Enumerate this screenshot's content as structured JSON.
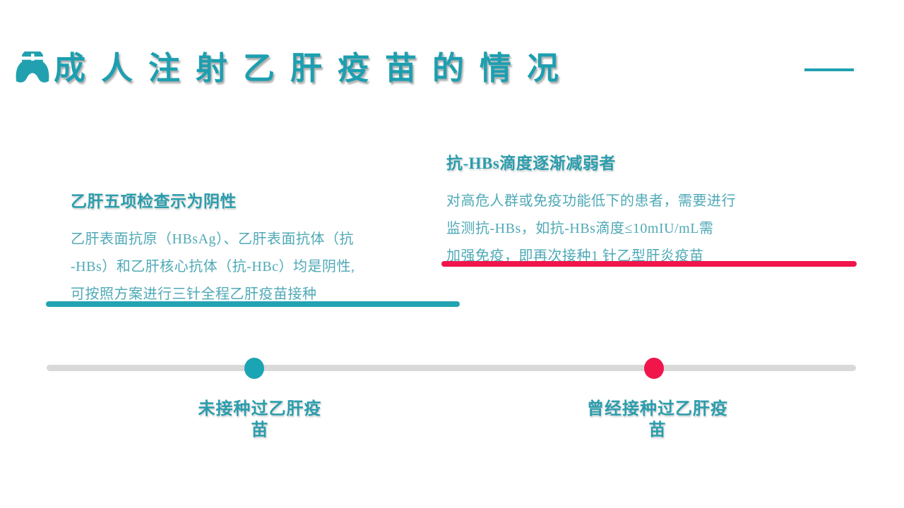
{
  "slide_title": {
    "text": "成人注射乙肝疫苗的情况",
    "icon": "nurse-icon"
  },
  "colors": {
    "accent_teal": "#21A1B0",
    "body_text_teal": "#4FA9B6",
    "accent_red": "#F0154A",
    "timeline_track_gray": "#D9D9D9"
  },
  "cards": [
    {
      "heading": "乙肝五项检查示为阴性",
      "body": "乙肝表面抗原（HBsAg）、乙肝表面抗体（抗\n-HBs）和乙肝核心抗体（抗-HBc）均是阴性,\n可按照方案进行三针全程乙肝疫苗接种",
      "underline_color": "#21A1B0"
    },
    {
      "heading": "抗-HBs滴度逐渐减弱者",
      "body": "对高危人群或免疫功能低下的患者，需要进行\n监测抗-HBs，如抗-HBs滴度≤10mIU/mL需\n加强免疫，即再次接种1 针乙型肝炎疫苗",
      "underline_color": "#F0154A"
    }
  ],
  "timeline": {
    "nodes": [
      {
        "label": "未接种过乙肝疫\n苗",
        "dot_color": "#21A1B0"
      },
      {
        "label": "曾经接种过乙肝疫\n苗",
        "dot_color": "#F0154A"
      }
    ]
  }
}
